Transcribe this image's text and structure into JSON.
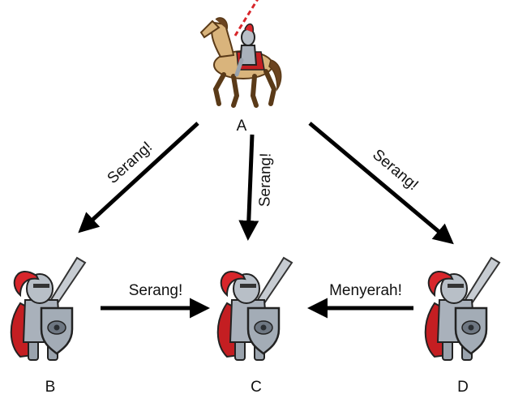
{
  "nodes": {
    "a": {
      "label": "A",
      "figure": "mounted-knight"
    },
    "b": {
      "label": "B",
      "figure": "knight"
    },
    "c": {
      "label": "C",
      "figure": "knight"
    },
    "d": {
      "label": "D",
      "figure": "knight"
    }
  },
  "edges": {
    "a_b": {
      "label": "Serang!"
    },
    "a_c": {
      "label": "Serang!"
    },
    "a_d": {
      "label": "Serang!"
    },
    "b_c": {
      "label": "Serang!"
    },
    "d_c": {
      "label": "Menyerah!"
    }
  },
  "colors": {
    "arrow": "#000000",
    "armor": "#a9b1bb",
    "plume": "#d8262b",
    "horse": "#d9b47c",
    "cape": "#c41e22"
  }
}
